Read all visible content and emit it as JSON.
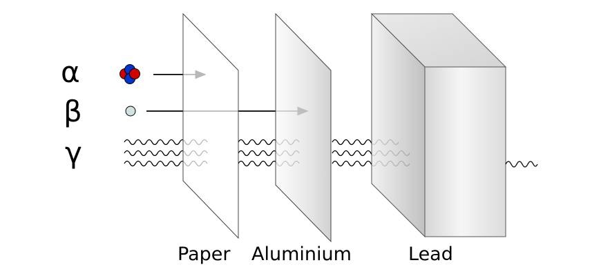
{
  "radiation": {
    "alpha": {
      "symbol": "α"
    },
    "beta": {
      "symbol": "β"
    },
    "gamma": {
      "symbol": "γ"
    }
  },
  "materials": {
    "paper": {
      "label": "Paper"
    },
    "aluminium": {
      "label": "Aluminium"
    },
    "lead": {
      "label": "Lead"
    }
  },
  "colors": {
    "proton": "#d40000",
    "neutron": "#0033cc",
    "electron": "#cfe3e3",
    "line": "#000000"
  }
}
